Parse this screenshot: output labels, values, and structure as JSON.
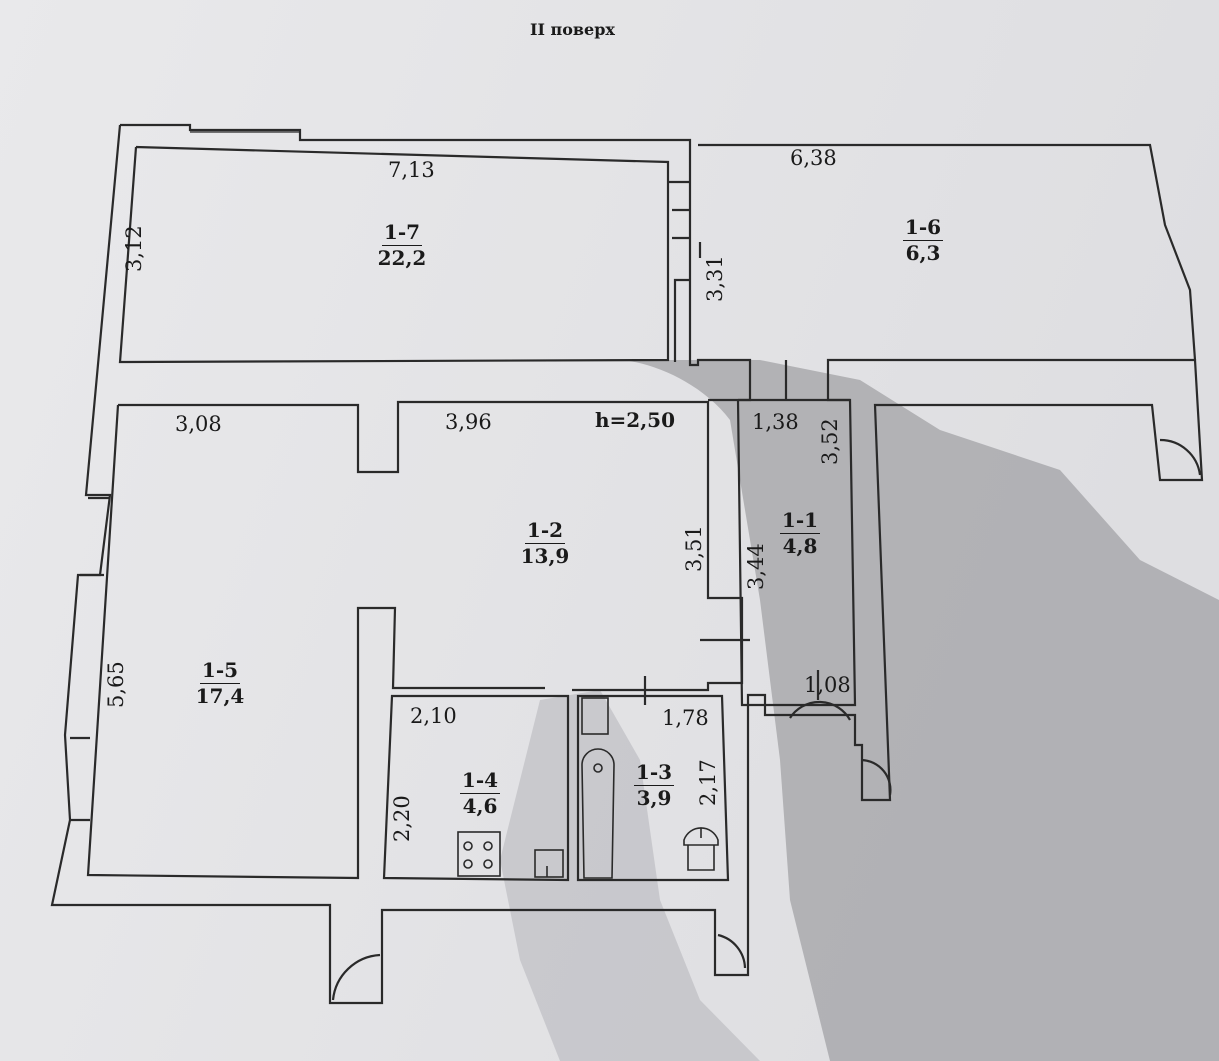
{
  "floor_title": "II поверх",
  "ceiling_height": "h=2,50",
  "rooms": [
    {
      "id": "1-7",
      "area": "22,2"
    },
    {
      "id": "1-6",
      "area": "6,3"
    },
    {
      "id": "1-5",
      "area": "17,4"
    },
    {
      "id": "1-2",
      "area": "13,9"
    },
    {
      "id": "1-1",
      "area": "4,8"
    },
    {
      "id": "1-4",
      "area": "4,6"
    },
    {
      "id": "1-3",
      "area": "3,9"
    }
  ],
  "dimensions": {
    "d_713": "7,13",
    "d_638": "6,38",
    "d_312": "3,12",
    "d_331": "3,31",
    "d_308": "3,08",
    "d_396": "3,96",
    "d_138": "1,38",
    "d_352": "3,52",
    "d_351": "3,51",
    "d_344": "3,44",
    "d_565": "5,65",
    "d_210": "2,10",
    "d_178": "1,78",
    "d_217": "2,17",
    "d_220": "2,20",
    "d_108": "1,08"
  },
  "colors": {
    "paper_light": "#e8e8ea",
    "paper_shadow": "#a9a9ad",
    "line": "#2a2a2a"
  },
  "icons": [
    "stove-icon",
    "bathtub-icon",
    "toilet-icon",
    "sink-icon",
    "door-swing-icon"
  ]
}
